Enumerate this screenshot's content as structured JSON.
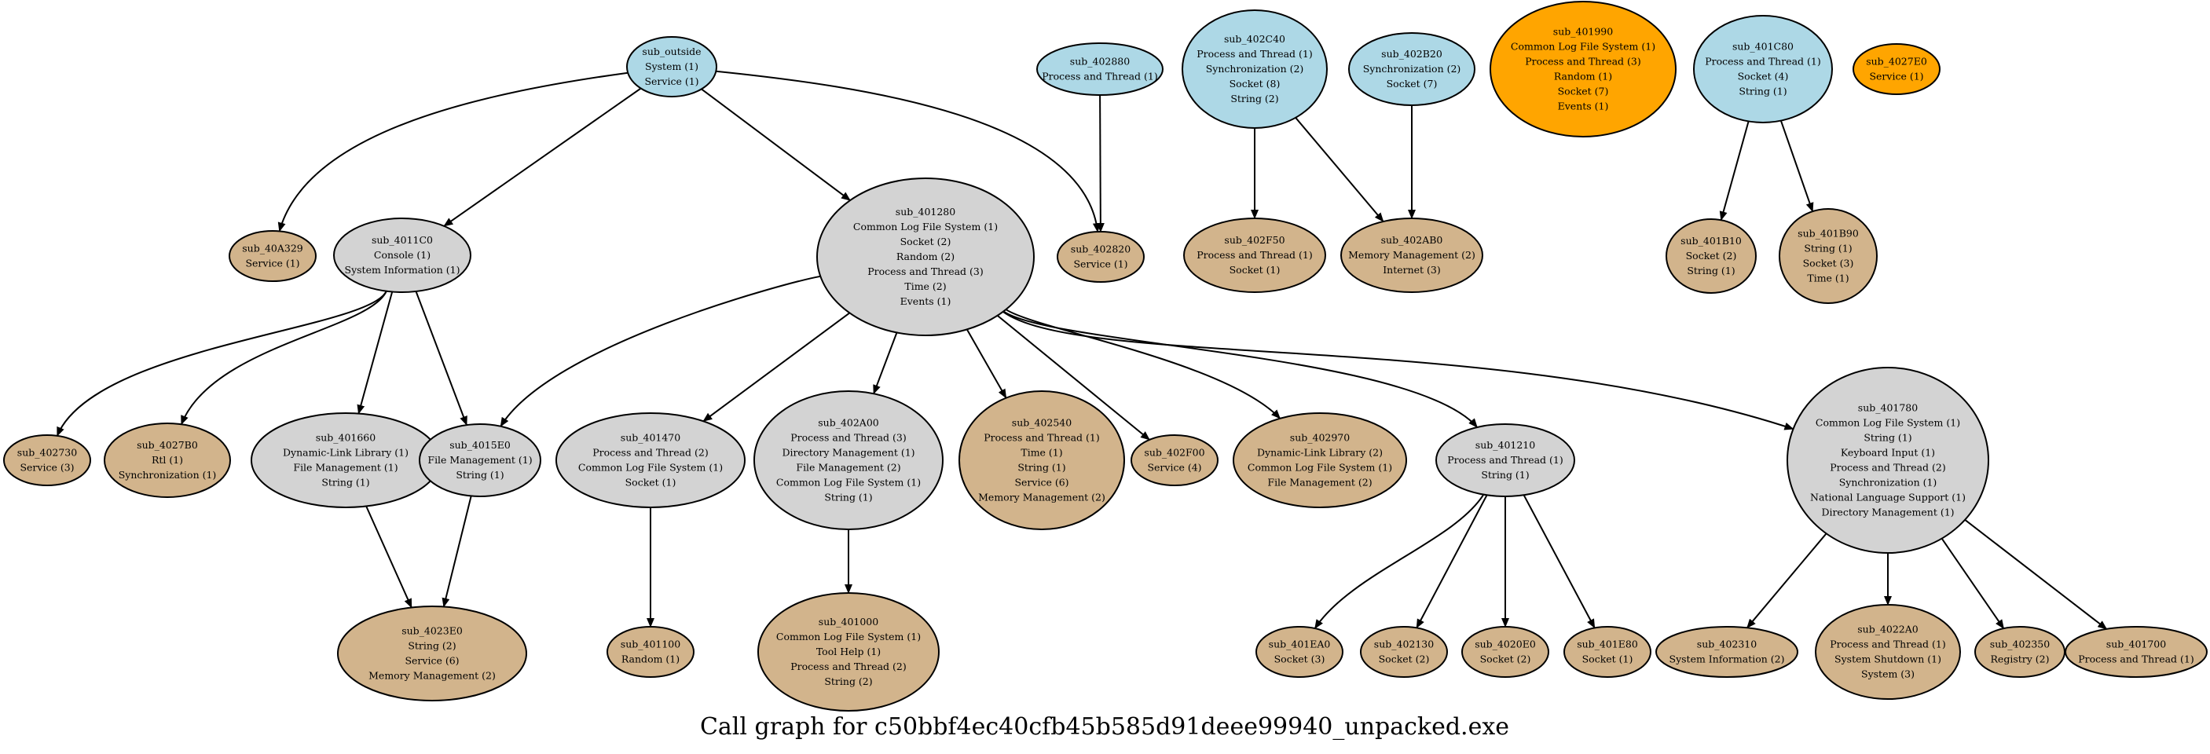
{
  "caption": "Call graph for c50bbf4ec40cfb45b585d91deee99940_unpacked.exe",
  "colors": {
    "entry": "#add8e6",
    "internal": "#d3d3d3",
    "leaf": "#d2b48c",
    "isolated": "#ffa500",
    "stroke": "#000000"
  },
  "nodes": [
    {
      "id": "sub_outside",
      "kind": "entry",
      "lines": [
        "System (1)",
        "Service (1)"
      ]
    },
    {
      "id": "sub_402880",
      "kind": "entry",
      "lines": [
        "Process and Thread (1)"
      ]
    },
    {
      "id": "sub_402C40",
      "kind": "entry",
      "lines": [
        "Process and Thread (1)",
        "Synchronization (2)",
        "Socket (8)",
        "String (2)"
      ]
    },
    {
      "id": "sub_402B20",
      "kind": "entry",
      "lines": [
        "Synchronization (2)",
        "Socket (7)"
      ]
    },
    {
      "id": "sub_401990",
      "kind": "isolated",
      "lines": [
        "Common Log File System (1)",
        "Process and Thread (3)",
        "Random (1)",
        "Socket (7)",
        "Events (1)"
      ]
    },
    {
      "id": "sub_401C80",
      "kind": "entry",
      "lines": [
        "Process and Thread (1)",
        "Socket (4)",
        "String (1)"
      ]
    },
    {
      "id": "sub_4027E0",
      "kind": "isolated",
      "lines": [
        "Service (1)"
      ]
    },
    {
      "id": "sub_40A329",
      "kind": "leaf",
      "lines": [
        "Service (1)"
      ]
    },
    {
      "id": "sub_4011C0",
      "kind": "internal",
      "lines": [
        "Console (1)",
        "System Information (1)"
      ]
    },
    {
      "id": "sub_401280",
      "kind": "internal",
      "lines": [
        "Common Log File System (1)",
        "Socket (2)",
        "Random (2)",
        "Process and Thread (3)",
        "Time (2)",
        "Events (1)"
      ]
    },
    {
      "id": "sub_402820",
      "kind": "leaf",
      "lines": [
        "Service (1)"
      ]
    },
    {
      "id": "sub_402F50",
      "kind": "leaf",
      "lines": [
        "Process and Thread (1)",
        "Socket (1)"
      ]
    },
    {
      "id": "sub_402AB0",
      "kind": "leaf",
      "lines": [
        "Memory Management (2)",
        "Internet (3)"
      ]
    },
    {
      "id": "sub_401B10",
      "kind": "leaf",
      "lines": [
        "Socket (2)",
        "String (1)"
      ]
    },
    {
      "id": "sub_401B90",
      "kind": "leaf",
      "lines": [
        "String (1)",
        "Socket (3)",
        "Time (1)"
      ]
    },
    {
      "id": "sub_402730",
      "kind": "leaf",
      "lines": [
        "Service (3)"
      ]
    },
    {
      "id": "sub_4027B0",
      "kind": "leaf",
      "lines": [
        "Rtl (1)",
        "Synchronization (1)"
      ]
    },
    {
      "id": "sub_401660",
      "kind": "internal",
      "lines": [
        "Dynamic-Link Library (1)",
        "File Management (1)",
        "String (1)"
      ]
    },
    {
      "id": "sub_4015E0",
      "kind": "internal",
      "lines": [
        "File Management (1)",
        "String (1)"
      ]
    },
    {
      "id": "sub_401470",
      "kind": "internal",
      "lines": [
        "Process and Thread (2)",
        "Common Log File System (1)",
        "Socket (1)"
      ]
    },
    {
      "id": "sub_402A00",
      "kind": "internal",
      "lines": [
        "Process and Thread (3)",
        "Directory Management (1)",
        "File Management (2)",
        "Common Log File System (1)",
        "String (1)"
      ]
    },
    {
      "id": "sub_402540",
      "kind": "leaf",
      "lines": [
        "Process and Thread (1)",
        "Time (1)",
        "String (1)",
        "Service (6)",
        "Memory Management (2)"
      ]
    },
    {
      "id": "sub_402F00",
      "kind": "leaf",
      "lines": [
        "Service (4)"
      ]
    },
    {
      "id": "sub_402970",
      "kind": "leaf",
      "lines": [
        "Dynamic-Link Library (2)",
        "Common Log File System (1)",
        "File Management (2)"
      ]
    },
    {
      "id": "sub_401210",
      "kind": "internal",
      "lines": [
        "Process and Thread (1)",
        "String (1)"
      ]
    },
    {
      "id": "sub_401780",
      "kind": "internal",
      "lines": [
        "Common Log File System (1)",
        "String (1)",
        "Keyboard Input (1)",
        "Process and Thread (2)",
        "Synchronization (1)",
        "National Language Support (1)",
        "Directory Management (1)"
      ]
    },
    {
      "id": "sub_4023E0",
      "kind": "leaf",
      "lines": [
        "String (2)",
        "Service (6)",
        "Memory Management (2)"
      ]
    },
    {
      "id": "sub_401100",
      "kind": "leaf",
      "lines": [
        "Random (1)"
      ]
    },
    {
      "id": "sub_401000",
      "kind": "leaf",
      "lines": [
        "Common Log File System (1)",
        "Tool Help (1)",
        "Process and Thread (2)",
        "String (2)"
      ]
    },
    {
      "id": "sub_401EA0",
      "kind": "leaf",
      "lines": [
        "Socket (3)"
      ]
    },
    {
      "id": "sub_402130",
      "kind": "leaf",
      "lines": [
        "Socket (2)"
      ]
    },
    {
      "id": "sub_4020E0",
      "kind": "leaf",
      "lines": [
        "Socket (2)"
      ]
    },
    {
      "id": "sub_401E80",
      "kind": "leaf",
      "lines": [
        "Socket (1)"
      ]
    },
    {
      "id": "sub_402310",
      "kind": "leaf",
      "lines": [
        "System Information (2)"
      ]
    },
    {
      "id": "sub_4022A0",
      "kind": "leaf",
      "lines": [
        "Process and Thread (1)",
        "System Shutdown (1)",
        "System (3)"
      ]
    },
    {
      "id": "sub_402350",
      "kind": "leaf",
      "lines": [
        "Registry (2)"
      ]
    },
    {
      "id": "sub_401700",
      "kind": "leaf",
      "lines": [
        "Process and Thread (1)"
      ]
    }
  ],
  "edges": [
    [
      "sub_outside",
      "sub_40A329"
    ],
    [
      "sub_outside",
      "sub_4011C0"
    ],
    [
      "sub_outside",
      "sub_401280"
    ],
    [
      "sub_outside",
      "sub_402820"
    ],
    [
      "sub_402880",
      "sub_402820"
    ],
    [
      "sub_402C40",
      "sub_402F50"
    ],
    [
      "sub_402C40",
      "sub_402AB0"
    ],
    [
      "sub_402B20",
      "sub_402AB0"
    ],
    [
      "sub_401C80",
      "sub_401B10"
    ],
    [
      "sub_401C80",
      "sub_401B90"
    ],
    [
      "sub_4011C0",
      "sub_402730"
    ],
    [
      "sub_4011C0",
      "sub_4027B0"
    ],
    [
      "sub_4011C0",
      "sub_401660"
    ],
    [
      "sub_4011C0",
      "sub_4015E0"
    ],
    [
      "sub_401280",
      "sub_4015E0"
    ],
    [
      "sub_401280",
      "sub_401470"
    ],
    [
      "sub_401280",
      "sub_402A00"
    ],
    [
      "sub_401280",
      "sub_402540"
    ],
    [
      "sub_401280",
      "sub_402F00"
    ],
    [
      "sub_401280",
      "sub_402970"
    ],
    [
      "sub_401280",
      "sub_401210"
    ],
    [
      "sub_401280",
      "sub_401780"
    ],
    [
      "sub_401660",
      "sub_4023E0"
    ],
    [
      "sub_4015E0",
      "sub_4023E0"
    ],
    [
      "sub_401470",
      "sub_401100"
    ],
    [
      "sub_402A00",
      "sub_401000"
    ],
    [
      "sub_401210",
      "sub_401EA0"
    ],
    [
      "sub_401210",
      "sub_402130"
    ],
    [
      "sub_401210",
      "sub_4020E0"
    ],
    [
      "sub_401210",
      "sub_401E80"
    ],
    [
      "sub_401780",
      "sub_402310"
    ],
    [
      "sub_401780",
      "sub_4022A0"
    ],
    [
      "sub_401780",
      "sub_402350"
    ],
    [
      "sub_401780",
      "sub_401700"
    ]
  ]
}
